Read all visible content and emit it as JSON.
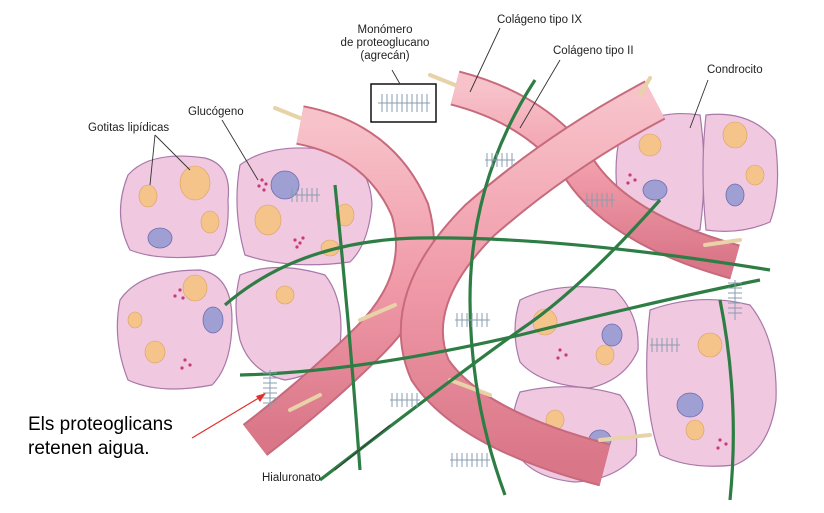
{
  "labels": {
    "monomero_line1": "Monómero",
    "monomero_line2": "de proteoglucano",
    "monomero_line3": "(agrecán)",
    "colageno_ix": "Colágeno tipo IX",
    "colageno_ii": "Colágeno tipo II",
    "condrocito": "Condrocito",
    "glucogeno": "Glucógeno",
    "gotitas": "Gotitas lipídicas",
    "hialuronato": "Hialuronato"
  },
  "annotation": {
    "line1": "Els proteoglicans",
    "line2": "retenen aigua."
  },
  "colors": {
    "cell_fill": "#f0c8e0",
    "cell_stroke": "#a878a8",
    "collagen_fill": "#f2a7b2",
    "collagen_stroke": "#c66a7c",
    "hyaluronan": "#2e7d45",
    "proteoglycan": "#8a9db0",
    "nucleus": "#9f9fd3",
    "lipid": "#f4c48a",
    "arrow": "#e03030"
  }
}
